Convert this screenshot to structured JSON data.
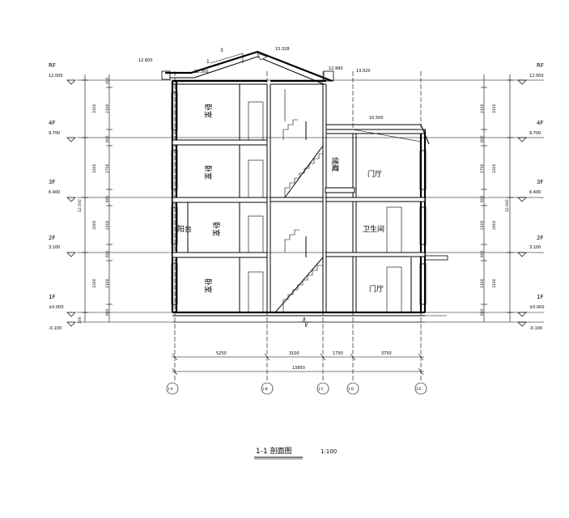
{
  "drawing": {
    "title": "1-1  剖面图",
    "scale": "1:100"
  },
  "levels": [
    {
      "name": "RF",
      "elev": "12.000"
    },
    {
      "name": "4F",
      "elev": "9.700"
    },
    {
      "name": "3F",
      "elev": "6.400"
    },
    {
      "name": "2F",
      "elev": "3.100"
    },
    {
      "name": "1F",
      "elev": "±0.000"
    }
  ],
  "ground_elev": "-0.100",
  "roof_elevs": {
    "ridge": "15.328",
    "left_eave": "12.600",
    "left_eave_low": "12.300",
    "right_eave": "12.990",
    "right_eave_low": "13.020",
    "lower_roof": "10.500"
  },
  "roof_slope": {
    "rise": "1",
    "run": "3"
  },
  "rooms": {
    "bedroom_label": "卧室",
    "balcony_label": "阳台",
    "storage_label": "储藏",
    "hall_label": "门厅",
    "bathroom_label": "卫生间"
  },
  "left_dims_outer": [
    "3300",
    "3300",
    "3300",
    "3300"
  ],
  "left_dims_inner": [
    "400",
    "2100",
    "600",
    "2700",
    "600",
    "2100",
    "600",
    "2100",
    "600"
  ],
  "right_dims_outer": [
    "3100",
    "3300",
    "2900",
    "3100"
  ],
  "right_dims_inner": [
    "2100",
    "600",
    "2700",
    "600",
    "2100",
    "600",
    "2100",
    "600"
  ],
  "plinth_dim": "100",
  "bottom_dims": {
    "segments": [
      "5250",
      "3100",
      "1750",
      "3750"
    ],
    "total": "13850"
  },
  "axes": [
    "1-A",
    "1-B",
    "1-C",
    "1-D",
    "1-E"
  ]
}
